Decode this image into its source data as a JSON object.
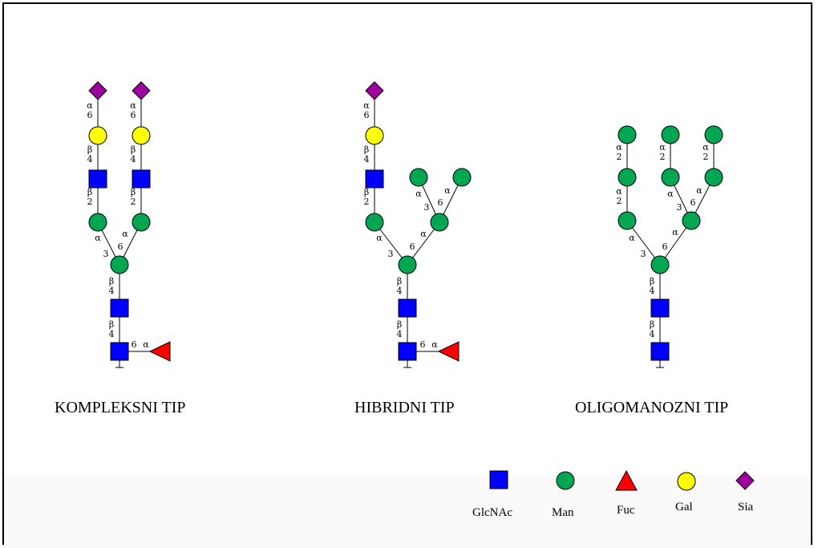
{
  "titles": {
    "complex": "KOMPLEKSNI TIP",
    "hybrid": "HIBRIDNI TIP",
    "oligomannose": "OLIGOMANOZNI TIP"
  },
  "legend": [
    {
      "label": "GlcNAc",
      "symbol": "blue-square",
      "color": "#0000ff"
    },
    {
      "label": "Man",
      "symbol": "green-circle",
      "color": "#00a651"
    },
    {
      "label": "Fuc",
      "symbol": "red-triangle",
      "color": "#ff0000"
    },
    {
      "label": "Gal",
      "symbol": "yellow-circle",
      "color": "#ffff00"
    },
    {
      "label": "Sia",
      "symbol": "purple-diamond",
      "color": "#a000a0"
    }
  ],
  "linkage_labels": {
    "alpha": "α",
    "beta": "β",
    "n2": "2",
    "n3": "3",
    "n4": "4",
    "n6": "6"
  }
}
